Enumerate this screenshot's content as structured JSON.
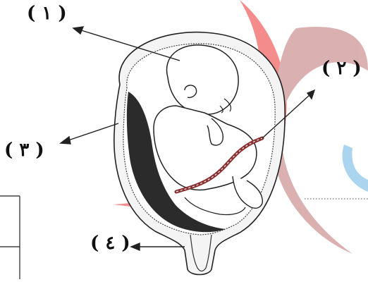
{
  "labels": {
    "one": "( ١ )",
    "two": "( ٢ )",
    "three": "( ٣ )",
    "four": "( ٤ )"
  },
  "colors": {
    "watermark_red": "#ee5a5a",
    "watermark_dark_red": "#c98b8b",
    "watermark_blue": "#8fc6ea",
    "ink": "#222222",
    "placenta": "#2b2b2b"
  }
}
